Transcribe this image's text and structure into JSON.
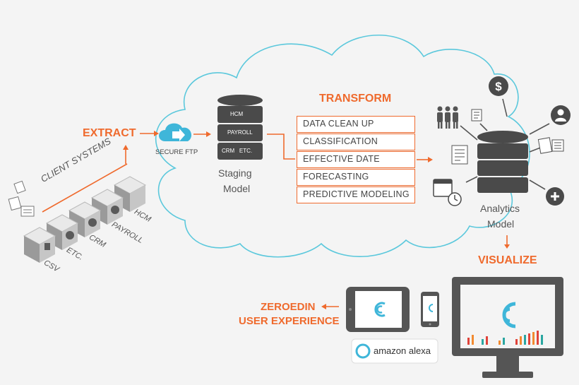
{
  "extract_label": "EXTRACT",
  "secure_ftp_label": "SECURE FTP",
  "staging": {
    "label_line1": "Staging",
    "label_line2": "Model",
    "db_rows": [
      "HCM",
      "PAYROLL",
      "CRM   ETC."
    ]
  },
  "transform": {
    "title": "TRANSFORM",
    "steps": [
      "DATA CLEAN UP",
      "CLASSIFICATION",
      "EFFECTIVE DATE",
      "FORECASTING",
      "PREDICTIVE MODELING"
    ]
  },
  "analytics": {
    "label_line1": "Analytics",
    "label_line2": "Model"
  },
  "visualize_label": "VISUALIZE",
  "client_systems": {
    "title": "CLIENT SYSTEMS",
    "items": [
      "HCM",
      "PAYROLL",
      "CRM",
      "ETC.",
      "CSV"
    ]
  },
  "user_experience": {
    "line1": "ZEROEDIN",
    "line2": "USER EXPERIENCE"
  },
  "alexa_label": "amazon alexa",
  "colors": {
    "accent": "#ef6a2d",
    "cloud_stroke": "#5bc8dc",
    "ftp_cloud": "#3fb6d9",
    "dark_gray": "#4a4a4a",
    "bar_red": "#e0433a",
    "bar_orange": "#f28a30",
    "bar_teal": "#2aa6a0"
  },
  "icons": [
    "cloud-upload-icon",
    "database-icon",
    "dollar-icon",
    "people-icon",
    "person-icon",
    "document-icon",
    "calendar-clock-icon",
    "plus-icon",
    "zeroedin-logo-icon",
    "alexa-ring-icon"
  ]
}
